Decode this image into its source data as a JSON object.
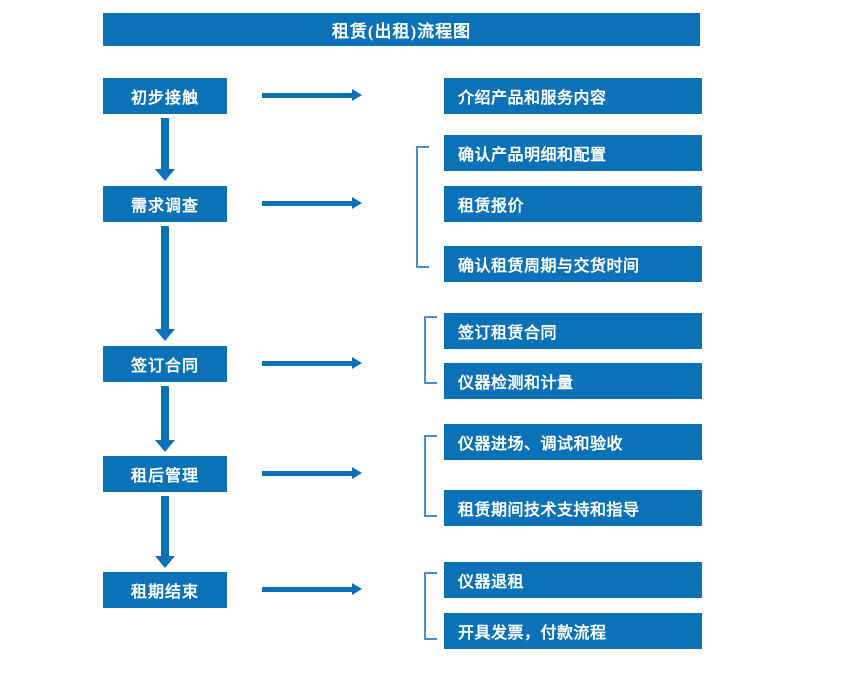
{
  "diagram": {
    "title": "租赁(出租)流程图",
    "colors": {
      "box_fill": "#0b72b8",
      "box_text": "#ffffff",
      "arrow": "#0b72b8",
      "bracket": "#4a8fc9",
      "background": "#ffffff"
    },
    "stages": [
      {
        "id": "stage-1",
        "label": "初步接触",
        "grouped": false,
        "details": [
          {
            "label": "介绍产品和服务内容"
          }
        ]
      },
      {
        "id": "stage-2",
        "label": "需求调查",
        "grouped": true,
        "details": [
          {
            "label": "确认产品明细和配置"
          },
          {
            "label": "租赁报价"
          },
          {
            "label": "确认租赁周期与交货时间"
          }
        ]
      },
      {
        "id": "stage-3",
        "label": "签订合同",
        "grouped": true,
        "details": [
          {
            "label": "签订租赁合同"
          },
          {
            "label": "仪器检测和计量"
          }
        ]
      },
      {
        "id": "stage-4",
        "label": "租后管理",
        "grouped": true,
        "details": [
          {
            "label": "仪器进场、调试和验收"
          },
          {
            "label": "租赁期间技术支持和指导"
          }
        ]
      },
      {
        "id": "stage-5",
        "label": "租期结束",
        "grouped": true,
        "details": [
          {
            "label": "仪器退租"
          },
          {
            "label": "开具发票，付款流程"
          }
        ]
      }
    ],
    "connectors": {
      "flow_arrow_name": "flow-arrow-down",
      "detail_arrow_name": "detail-arrow-right",
      "bracket_name": "group-bracket"
    }
  }
}
